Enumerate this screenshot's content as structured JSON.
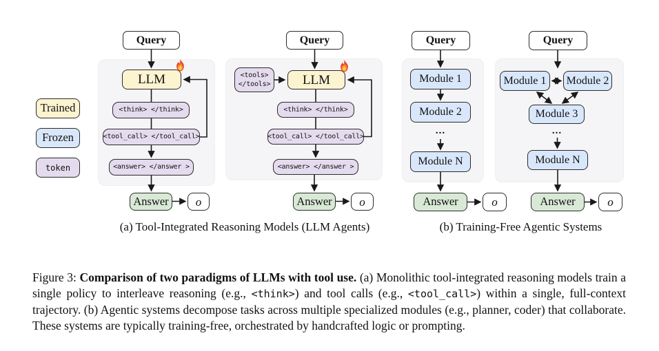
{
  "legend": {
    "trained": "Trained",
    "frozen": "Frozen",
    "token": "token"
  },
  "colors": {
    "trained_yellow": "#FCF3D0",
    "frozen_blue": "#D9E7FB",
    "token_purple": "#E5DBEE",
    "answer_green": "#D8E9D6",
    "panel_gray": "#F5F4F6",
    "arrow_black": "#1A1A1A"
  },
  "diagram": {
    "a1": {
      "query": "Query",
      "llm": "LLM",
      "think": "<think> </think>",
      "tool_call": "<tool_call> </tool_call>",
      "answer_token": "<answer> </answer >",
      "answer": "Answer",
      "output": "o"
    },
    "a2": {
      "query": "Query",
      "tools_open": "<tools>",
      "tools_close": "</tools>",
      "llm": "LLM",
      "think": "<think> </think>",
      "tool_call": "<tool_call> </tool_call>",
      "answer_token": "<answer> </answer >",
      "answer": "Answer",
      "output": "o"
    },
    "b1": {
      "query": "Query",
      "module_1": "Module 1",
      "module_2": "Module 2",
      "dots": "...",
      "module_n": "Module N",
      "answer": "Answer",
      "output": "o"
    },
    "b2": {
      "query": "Query",
      "module_1": "Module 1",
      "module_2": "Module 2",
      "module_3": "Module 3",
      "dots": "...",
      "module_n": "Module N",
      "answer": "Answer",
      "output": "o"
    }
  },
  "captions": {
    "a": "(a) Tool-Integrated Reasoning Models (LLM Agents)",
    "b": "(b) Training-Free Agentic Systems"
  },
  "figure_caption": {
    "segments": [
      {
        "text": "Figure 3: ",
        "style": "normal"
      },
      {
        "text": "Comparison of two paradigms of LLMs with tool use.",
        "style": "bold"
      },
      {
        "text": " (a) Monolithic tool-integrated reasoning models train a single policy to interleave reasoning (e.g., ",
        "style": "normal"
      },
      {
        "text": "<think>",
        "style": "mono"
      },
      {
        "text": ") and tool calls (e.g., ",
        "style": "normal"
      },
      {
        "text": "<tool_call>",
        "style": "mono"
      },
      {
        "text": ") within a single, full-context trajectory. (b) Agentic systems decompose tasks across multiple specialized modules (e.g., planner, coder) that collaborate.  These systems are typically training-free, orchestrated by handcrafted logic or prompting.",
        "style": "normal"
      }
    ]
  }
}
